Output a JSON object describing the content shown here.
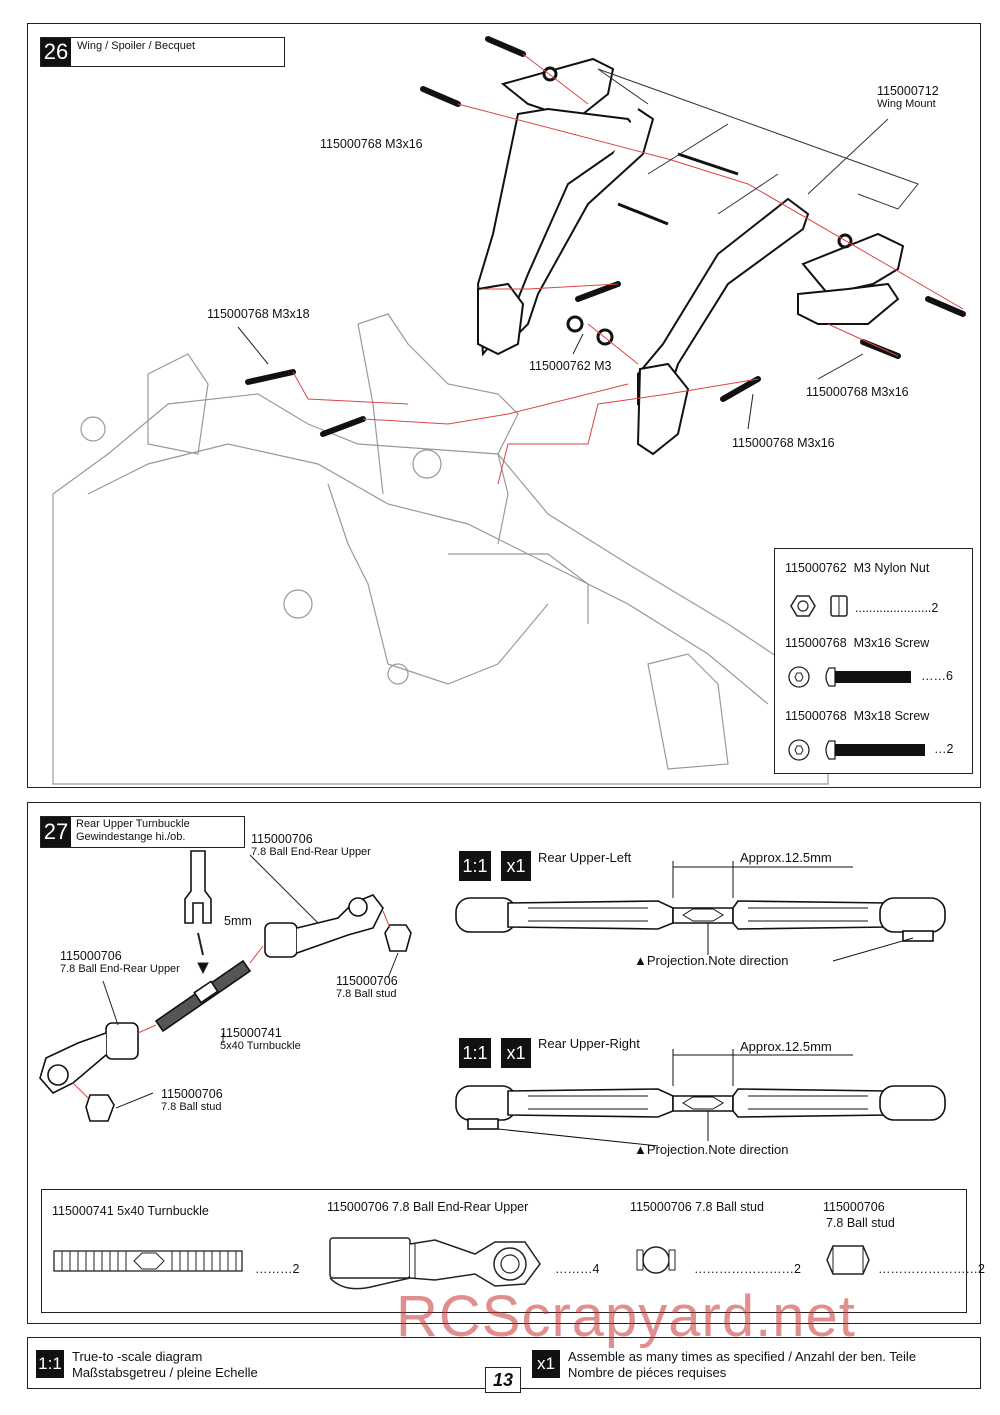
{
  "step26": {
    "number": "26",
    "title": "Wing / Spoiler / Becquet",
    "callouts": {
      "wing_mount_code": "115000712",
      "wing_mount_name": "Wing Mount",
      "screw_top_left": "115000768 M3x16",
      "screw_left_m3x18": "115000768 M3x18",
      "nut_m3": "115000762 M3",
      "screw_right_upper": "115000768 M3x16",
      "screw_right_lower": "115000768 M3x16"
    },
    "parts": [
      {
        "code": "115000762",
        "name": "M3 Nylon Nut",
        "qty": "......................2"
      },
      {
        "code": "115000768",
        "name": "M3x16 Screw",
        "qty": "……6"
      },
      {
        "code": "115000768",
        "name": "M3x18 Screw",
        "qty": "…2"
      }
    ]
  },
  "step27": {
    "number": "27",
    "title_line1": "Rear Upper Turnbuckle",
    "title_line2": "Gewindestange hi./ob.",
    "callouts": {
      "ball_end_top_code": "115000706",
      "ball_end_top_name": "7.8 Ball End-Rear Upper",
      "wrench": "5mm",
      "ball_end_left_code": "115000706",
      "ball_end_left_name": "7.8 Ball End-Rear Upper",
      "ball_stud_right_code": "115000706",
      "ball_stud_right_name": "7.8 Ball stud",
      "turnbuckle_code": "115000741",
      "turnbuckle_name": "5x40 Turnbuckle",
      "ball_stud_bottom_code": "115000706",
      "ball_stud_bottom_name": "7.8 Ball stud"
    },
    "assemblies": [
      {
        "scale": "1:1",
        "count": "x1",
        "name": "Rear Upper-Left",
        "approx": "Approx.12.5mm",
        "note": "▲Projection.Note direction"
      },
      {
        "scale": "1:1",
        "count": "x1",
        "name": "Rear Upper-Right",
        "approx": "Approx.12.5mm",
        "note": "▲Projection.Note direction"
      }
    ],
    "parts": [
      {
        "label": "115000741  5x40 Turnbuckle",
        "qty": "………2"
      },
      {
        "label": "115000706  7.8 Ball End-Rear Upper",
        "qty": "………4"
      },
      {
        "label": "115000706  7.8 Ball stud",
        "qty": "……………………2"
      },
      {
        "label_line1": "115000706",
        "label_line2": "7.8 Ball stud",
        "qty": "……………………2"
      }
    ]
  },
  "footer": {
    "scale_badge": "1:1",
    "scale_line1": "True-to -scale diagram",
    "scale_line2": "Maßstabsgetreu / pleine Echelle",
    "page_number": "13",
    "count_badge": "x1",
    "count_line1": "Assemble as many times as specified / Anzahl der ben. Teile",
    "count_line2": "Nombre de piéces requises"
  },
  "watermark": "RCScrapyard.net"
}
